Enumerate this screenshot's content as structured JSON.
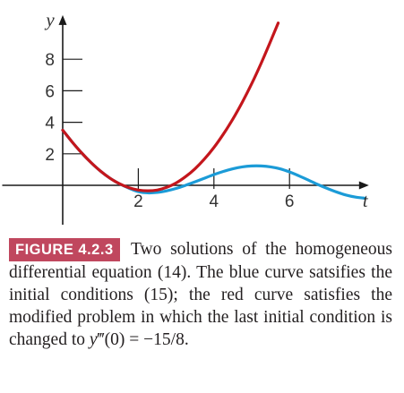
{
  "chart_data": {
    "type": "line",
    "title": "",
    "xlabel": "t",
    "ylabel": "y",
    "x_ticks": [
      2,
      4,
      6
    ],
    "y_ticks": [
      2,
      4,
      6,
      8
    ],
    "xlim": [
      -1.6,
      8.1
    ],
    "ylim": [
      -2.5,
      10.8
    ],
    "grid": false,
    "series": [
      {
        "color": "#c4161c",
        "points": [
          [
            0.0,
            3.5
          ],
          [
            0.25,
            2.75
          ],
          [
            0.5,
            2.06
          ],
          [
            0.75,
            1.44
          ],
          [
            1.0,
            0.9
          ],
          [
            1.25,
            0.45
          ],
          [
            1.5,
            0.1
          ],
          [
            1.75,
            -0.15
          ],
          [
            2.0,
            -0.3
          ],
          [
            2.25,
            -0.35
          ],
          [
            2.5,
            -0.3
          ],
          [
            2.75,
            -0.13
          ],
          [
            3.0,
            0.15
          ],
          [
            3.25,
            0.55
          ],
          [
            3.5,
            1.05
          ],
          [
            3.75,
            1.67
          ],
          [
            4.0,
            2.4
          ],
          [
            4.25,
            3.25
          ],
          [
            4.5,
            4.2
          ],
          [
            4.75,
            5.27
          ],
          [
            5.0,
            6.45
          ],
          [
            5.25,
            7.75
          ],
          [
            5.5,
            9.15
          ],
          [
            5.7,
            10.3
          ]
        ]
      },
      {
        "color": "#1b9bd7",
        "points": [
          [
            0.0,
            3.5
          ],
          [
            0.25,
            2.75
          ],
          [
            0.5,
            2.06
          ],
          [
            0.75,
            1.44
          ],
          [
            1.0,
            0.9
          ],
          [
            1.25,
            0.45
          ],
          [
            1.5,
            0.1
          ],
          [
            1.75,
            -0.18
          ],
          [
            2.0,
            -0.4
          ],
          [
            2.25,
            -0.48
          ],
          [
            2.5,
            -0.45
          ],
          [
            2.75,
            -0.35
          ],
          [
            3.0,
            -0.2
          ],
          [
            3.25,
            0.0
          ],
          [
            3.5,
            0.22
          ],
          [
            3.75,
            0.45
          ],
          [
            4.0,
            0.68
          ],
          [
            4.25,
            0.88
          ],
          [
            4.5,
            1.05
          ],
          [
            4.75,
            1.17
          ],
          [
            5.0,
            1.23
          ],
          [
            5.25,
            1.23
          ],
          [
            5.5,
            1.17
          ],
          [
            5.75,
            1.05
          ],
          [
            6.0,
            0.85
          ],
          [
            6.25,
            0.6
          ],
          [
            6.5,
            0.33
          ],
          [
            6.75,
            0.05
          ],
          [
            7.0,
            -0.2
          ],
          [
            7.25,
            -0.43
          ],
          [
            7.5,
            -0.62
          ],
          [
            7.75,
            -0.75
          ],
          [
            8.0,
            -0.82
          ]
        ]
      }
    ]
  },
  "caption": {
    "label": "FIGURE 4.2.3",
    "text": " Two solutions of the homogeneous differential equation (14). The blue curve satsifies the initial conditions (15); the red curve satisfies the modified problem in which the last initial condition is changed to ",
    "equation_y": "y",
    "equation_rest": "‴(0) = −15/8."
  }
}
